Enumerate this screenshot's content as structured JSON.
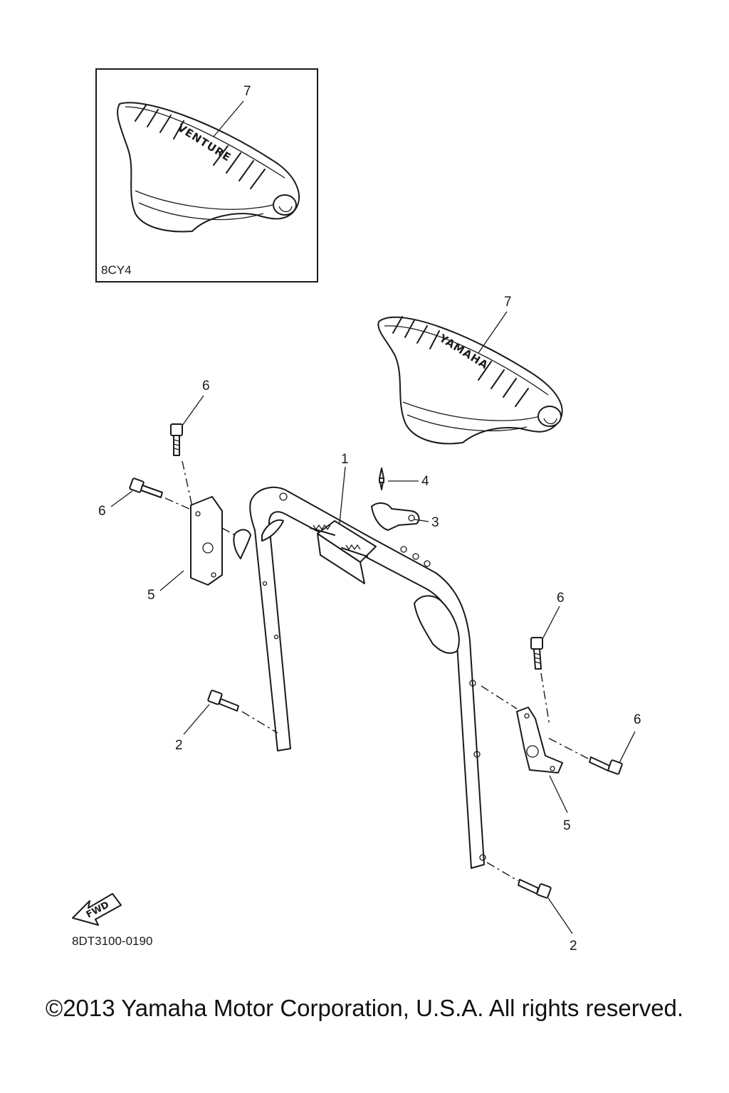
{
  "diagram": {
    "inset_box": {
      "model_code": "8CY4",
      "seat_brand": "VENTURE",
      "callout": "7"
    },
    "main_seat": {
      "seat_brand": "YAMAHA",
      "callout": "7"
    },
    "callouts": {
      "handlepole": "1",
      "bolt_bottom_left": "2",
      "bolt_bottom_right": "2",
      "clip": "3",
      "rivet": "4",
      "bracket_left": "5",
      "bracket_right": "5",
      "bolt_top_left_vertical": "6",
      "bolt_top_left_horizontal": "6",
      "bolt_right_vertical": "6",
      "bolt_right_horizontal": "6"
    },
    "fwd_arrow": "FWD",
    "drawing_number": "8DT3100-0190"
  },
  "footer": {
    "copyright": "©2013 Yamaha Motor Corporation, U.S.A. All rights reserved."
  }
}
